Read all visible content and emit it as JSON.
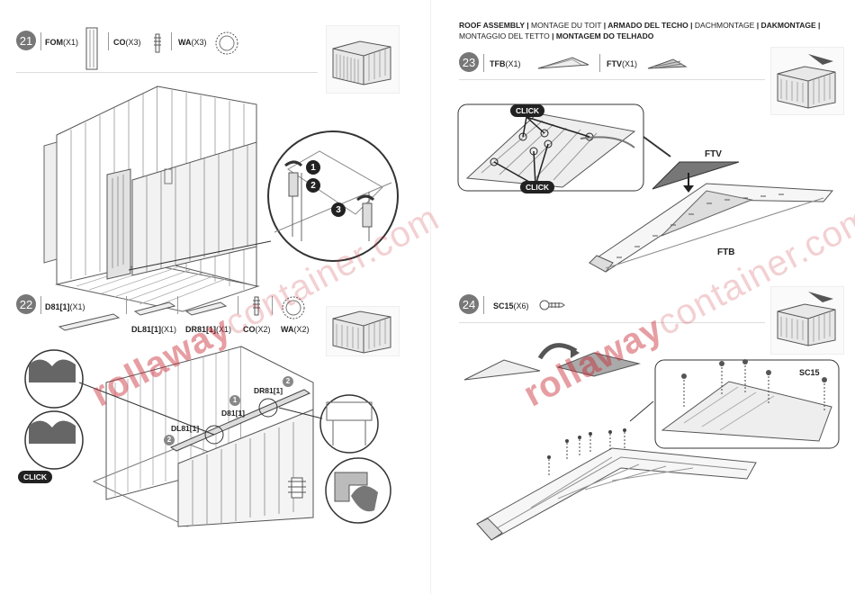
{
  "steps": {
    "s21": {
      "num": "21",
      "parts": [
        {
          "code": "FOM",
          "qty": "(X1)"
        },
        {
          "code": "CO",
          "qty": "(X3)"
        },
        {
          "code": "WA",
          "qty": "(X3)"
        }
      ],
      "callouts": [
        "1",
        "2",
        "3"
      ]
    },
    "s22": {
      "num": "22",
      "parts": [
        {
          "code": "D81[1]",
          "qty": "(X1)"
        },
        {
          "code": "DL81[1]",
          "qty": "(X1)"
        },
        {
          "code": "DR81[1]",
          "qty": "(X1)"
        },
        {
          "code": "CO",
          "qty": "(X2)"
        },
        {
          "code": "WA",
          "qty": "(X2)"
        }
      ],
      "labels": {
        "d81": "D81[1]",
        "dl81": "DL81[1]",
        "dr81": "DR81[1]",
        "n1": "1",
        "n2a": "2",
        "n2b": "2"
      },
      "click": "CLICK"
    },
    "s23": {
      "num": "23",
      "parts": [
        {
          "code": "TFB",
          "qty": "(X1)"
        },
        {
          "code": "FTV",
          "qty": "(X1)"
        }
      ],
      "labels": {
        "ftv": "FTV",
        "ftb": "FTB"
      },
      "click_top": "CLICK",
      "click_bottom": "CLICK"
    },
    "s24": {
      "num": "24",
      "parts": [
        {
          "code": "SC15",
          "qty": "(X6)"
        }
      ],
      "labels": {
        "sc15": "SC15"
      }
    }
  },
  "roof_header": {
    "bold1": "ROOF ASSEMBLY",
    "t1": "MONTAGE DU TOIT",
    "bold2": "ARMADO DEL TECHO",
    "t2": "DACHMONTAGE",
    "bold3": "DAKMONTAGE",
    "t3": "MONTAGGIO DEL TETTO",
    "bold4": "MONTAGEM DO TELHADO"
  },
  "watermark": {
    "brand": "rollaway",
    "suffix": "container.com"
  },
  "colors": {
    "brand_red": "#c82832",
    "step_gray": "#777777",
    "line": "#555555"
  }
}
